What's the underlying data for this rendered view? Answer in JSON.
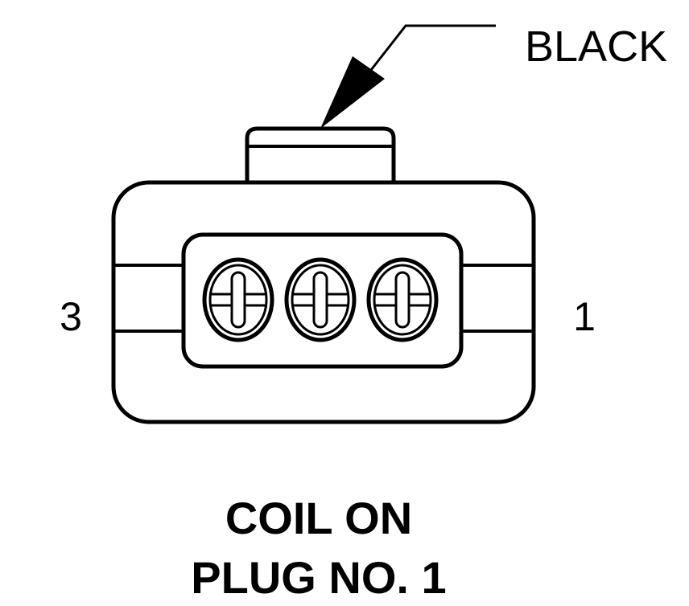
{
  "connector": {
    "color_label": "BLACK",
    "pin_left": "3",
    "pin_right": "1",
    "terminal_count": 3
  },
  "caption": {
    "line1": "COIL ON",
    "line2": "PLUG NO. 1"
  },
  "colors": {
    "ink": "#000000",
    "paper": "#ffffff"
  }
}
